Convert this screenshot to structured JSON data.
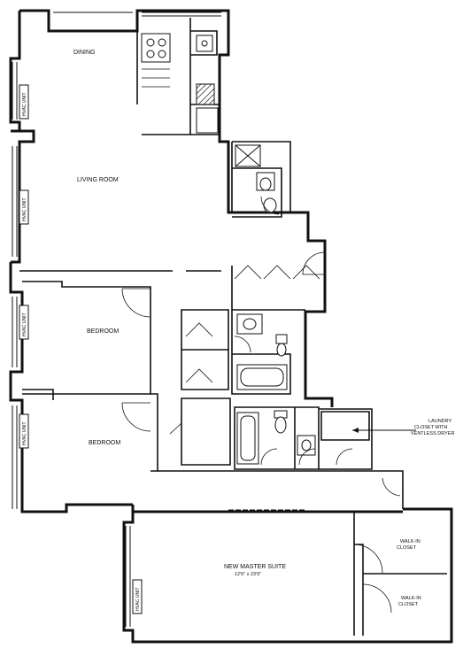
{
  "rooms": {
    "dining": "DINING",
    "living_room": "LIVING ROOM",
    "bedroom_1": "BEDROOM",
    "bedroom_2": "BEDROOM",
    "master_suite": "NEW MASTER SUITE",
    "master_dims": "12'6\" x 23'9\"",
    "walk_in_1_line1": "WALK-IN",
    "walk_in_1_line2": "CLOSET",
    "walk_in_2_line1": "WALK-IN",
    "walk_in_2_line2": "CLOSET"
  },
  "hvac": {
    "unit_1": "HVAC UNIT",
    "unit_2": "HVAC UNIT",
    "unit_3": "HVAC UNIT",
    "unit_4": "HVAC UNIT",
    "unit_5": "HVAC UNIT"
  },
  "annotation": {
    "laundry_line1": "LAUNDRY",
    "laundry_line2": "CLOSET WITH",
    "laundry_line3": "VENTLESS DRYER"
  }
}
